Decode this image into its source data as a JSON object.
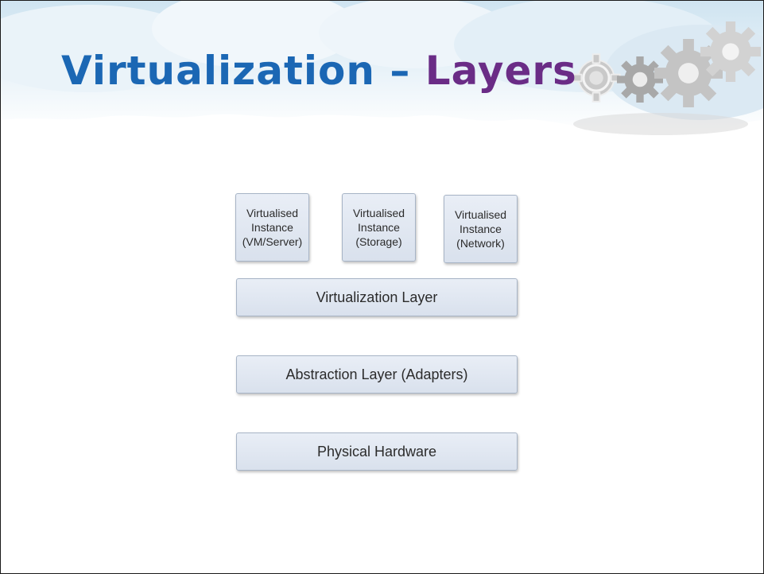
{
  "slide": {
    "title": {
      "part1": "Virtualization",
      "part2": " – ",
      "part3": "Layers"
    },
    "decoration": {
      "clouds": "cloud-banner",
      "icons": [
        "gear-icon",
        "gear-icon",
        "gear-icon",
        "gear-icon"
      ]
    }
  },
  "diagram": {
    "instances": [
      {
        "label": "Virtualised Instance (VM/Server)"
      },
      {
        "label": "Virtualised Instance (Storage)"
      },
      {
        "label": "Virtualised Instance (Network)"
      }
    ],
    "layers": [
      {
        "label": "Virtualization Layer"
      },
      {
        "label": "Abstraction Layer (Adapters)"
      },
      {
        "label": "Physical Hardware"
      }
    ]
  },
  "colors": {
    "title_blue": "#1b67b4",
    "title_purple": "#6a2c86",
    "box_fill": "#dfe6f1",
    "box_border": "#a7b4c6"
  }
}
